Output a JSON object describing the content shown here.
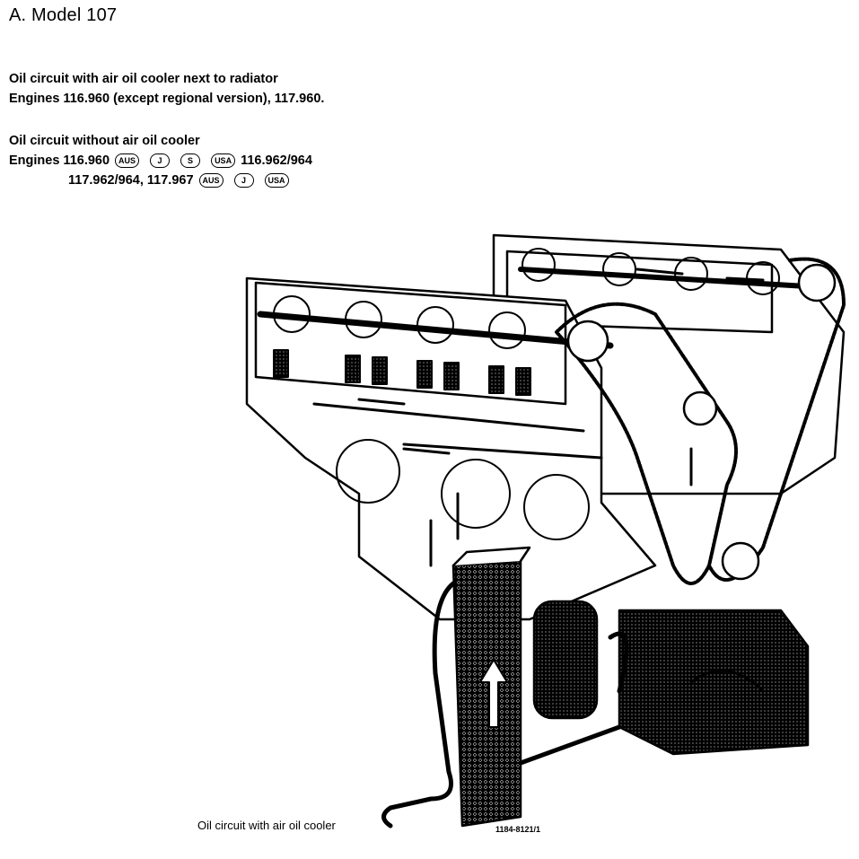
{
  "heading": "A. Model 107",
  "block1": {
    "line1": "Oil circuit with air oil cooler next to radiator",
    "line2": "Engines 116.960 (except regional version), 117.960."
  },
  "block2": {
    "line1": "Oil circuit without air oil cooler",
    "line2_prefix": "Engines 116.960",
    "line2_badges": [
      "AUS",
      "J",
      "S",
      "USA"
    ],
    "line2_suffix": "116.962/964",
    "line3_prefix": "117.962/964, 117.967",
    "line3_badges": [
      "AUS",
      "J",
      "USA"
    ]
  },
  "figure": {
    "caption": "Oil circuit with air oil cooler",
    "figure_number": "1184-8121/1"
  }
}
